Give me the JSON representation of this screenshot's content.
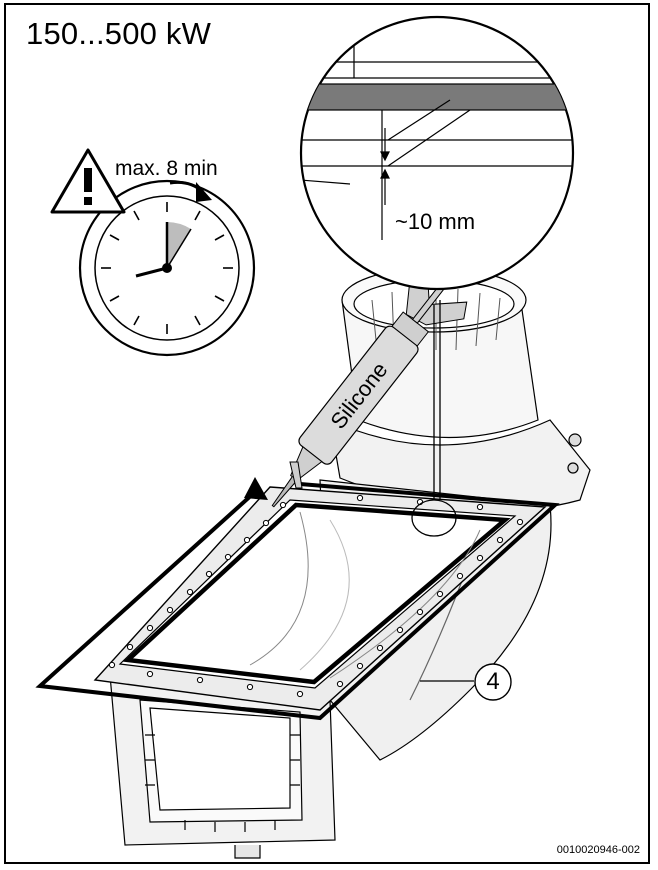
{
  "title": "150...500 kW",
  "warning": {
    "text": "max. 8 min",
    "icon": "warning-triangle-icon"
  },
  "clock": {
    "icon": "clock-icon",
    "max_minutes": 8
  },
  "detail": {
    "dimension_label": "~10 mm"
  },
  "cartridge": {
    "label": "Silicone"
  },
  "callout": {
    "part_number": "4"
  },
  "figure_id": "0010020946-002",
  "colors": {
    "line": "#000000",
    "clock_sector": "#bdbdbd",
    "detail_band": "#7a7a7a",
    "cartridge": "#d9d9d9",
    "part_fill": "#f2f2f2"
  }
}
